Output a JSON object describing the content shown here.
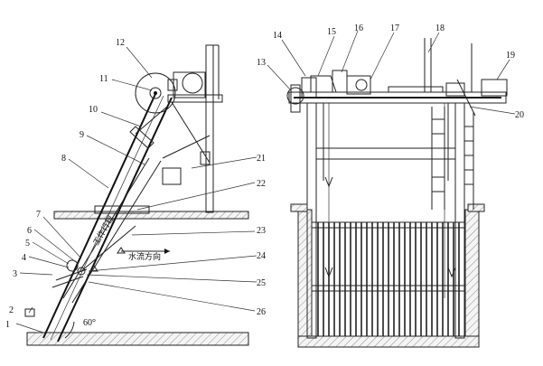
{
  "callouts": [
    {
      "n": "1"
    },
    {
      "n": "2"
    },
    {
      "n": "3"
    },
    {
      "n": "4"
    },
    {
      "n": "5"
    },
    {
      "n": "6"
    },
    {
      "n": "7"
    },
    {
      "n": "8"
    },
    {
      "n": "9"
    },
    {
      "n": "10"
    },
    {
      "n": "11"
    },
    {
      "n": "12"
    },
    {
      "n": "13"
    },
    {
      "n": "14"
    },
    {
      "n": "15"
    },
    {
      "n": "16"
    },
    {
      "n": "17"
    },
    {
      "n": "18"
    },
    {
      "n": "19"
    },
    {
      "n": "20"
    },
    {
      "n": "21"
    },
    {
      "n": "22"
    },
    {
      "n": "23"
    },
    {
      "n": "24"
    },
    {
      "n": "25"
    },
    {
      "n": "26"
    }
  ],
  "annotations": {
    "working_travel": "工作行程",
    "water_flow_direction": "水流方向",
    "angle": "60°"
  }
}
